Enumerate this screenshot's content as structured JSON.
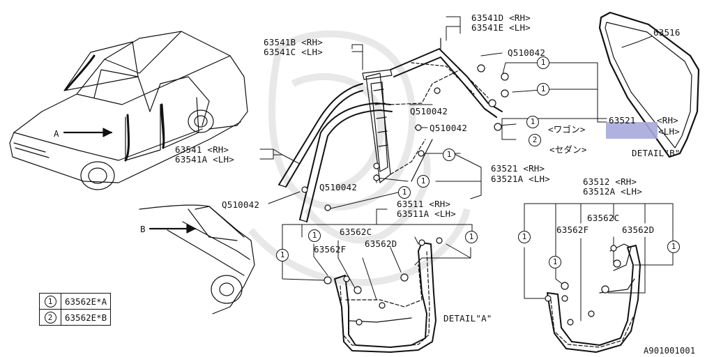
{
  "callouts": {
    "p63541D": "63541D <RH>",
    "p63541E": "63541E <LH>",
    "p63541B": "63541B <RH>",
    "p63541C": "63541C <LH>",
    "p63516": "63516",
    "q_top": "Q510042",
    "q_mid": "Q510042",
    "q_mid2": "Q510042",
    "q_left": "Q510042",
    "q_low": "Q510042",
    "p63521_b": "63521",
    "p63521_b_rh": "<RH>",
    "p63521_b_lh": "<LH>",
    "wagon": "<ワゴン>",
    "sedan": "<セダン>",
    "detail_b": "DETAIL\"B\"",
    "p63541": "63541  <RH>",
    "p63541A": "63541A <LH>",
    "p63521": "63521  <RH>",
    "p63521A": "63521A <LH>",
    "p63512": "63512  <RH>",
    "p63512A": "63512A <LH>",
    "p63511": "63511  <RH>",
    "p63511A": "63511A <LH>",
    "p63562C_a": "63562C",
    "p63562F_a": "63562F",
    "p63562D_a": "63562D",
    "p63562C_b": "63562C",
    "p63562F_b": "63562F",
    "p63562D_b": "63562D",
    "detail_a": "DETAIL\"A\"",
    "view_a": "A",
    "view_b": "B",
    "doc_id": "A901001001"
  },
  "markers": {
    "one": "1",
    "two": "2"
  },
  "legend": [
    {
      "num": "1",
      "part": "63562E*A"
    },
    {
      "num": "2",
      "part": "63562E*B"
    }
  ],
  "colors": {
    "ink": "#111111",
    "highlight": "#a9a9dd",
    "watermark": "#e6e6e6"
  }
}
